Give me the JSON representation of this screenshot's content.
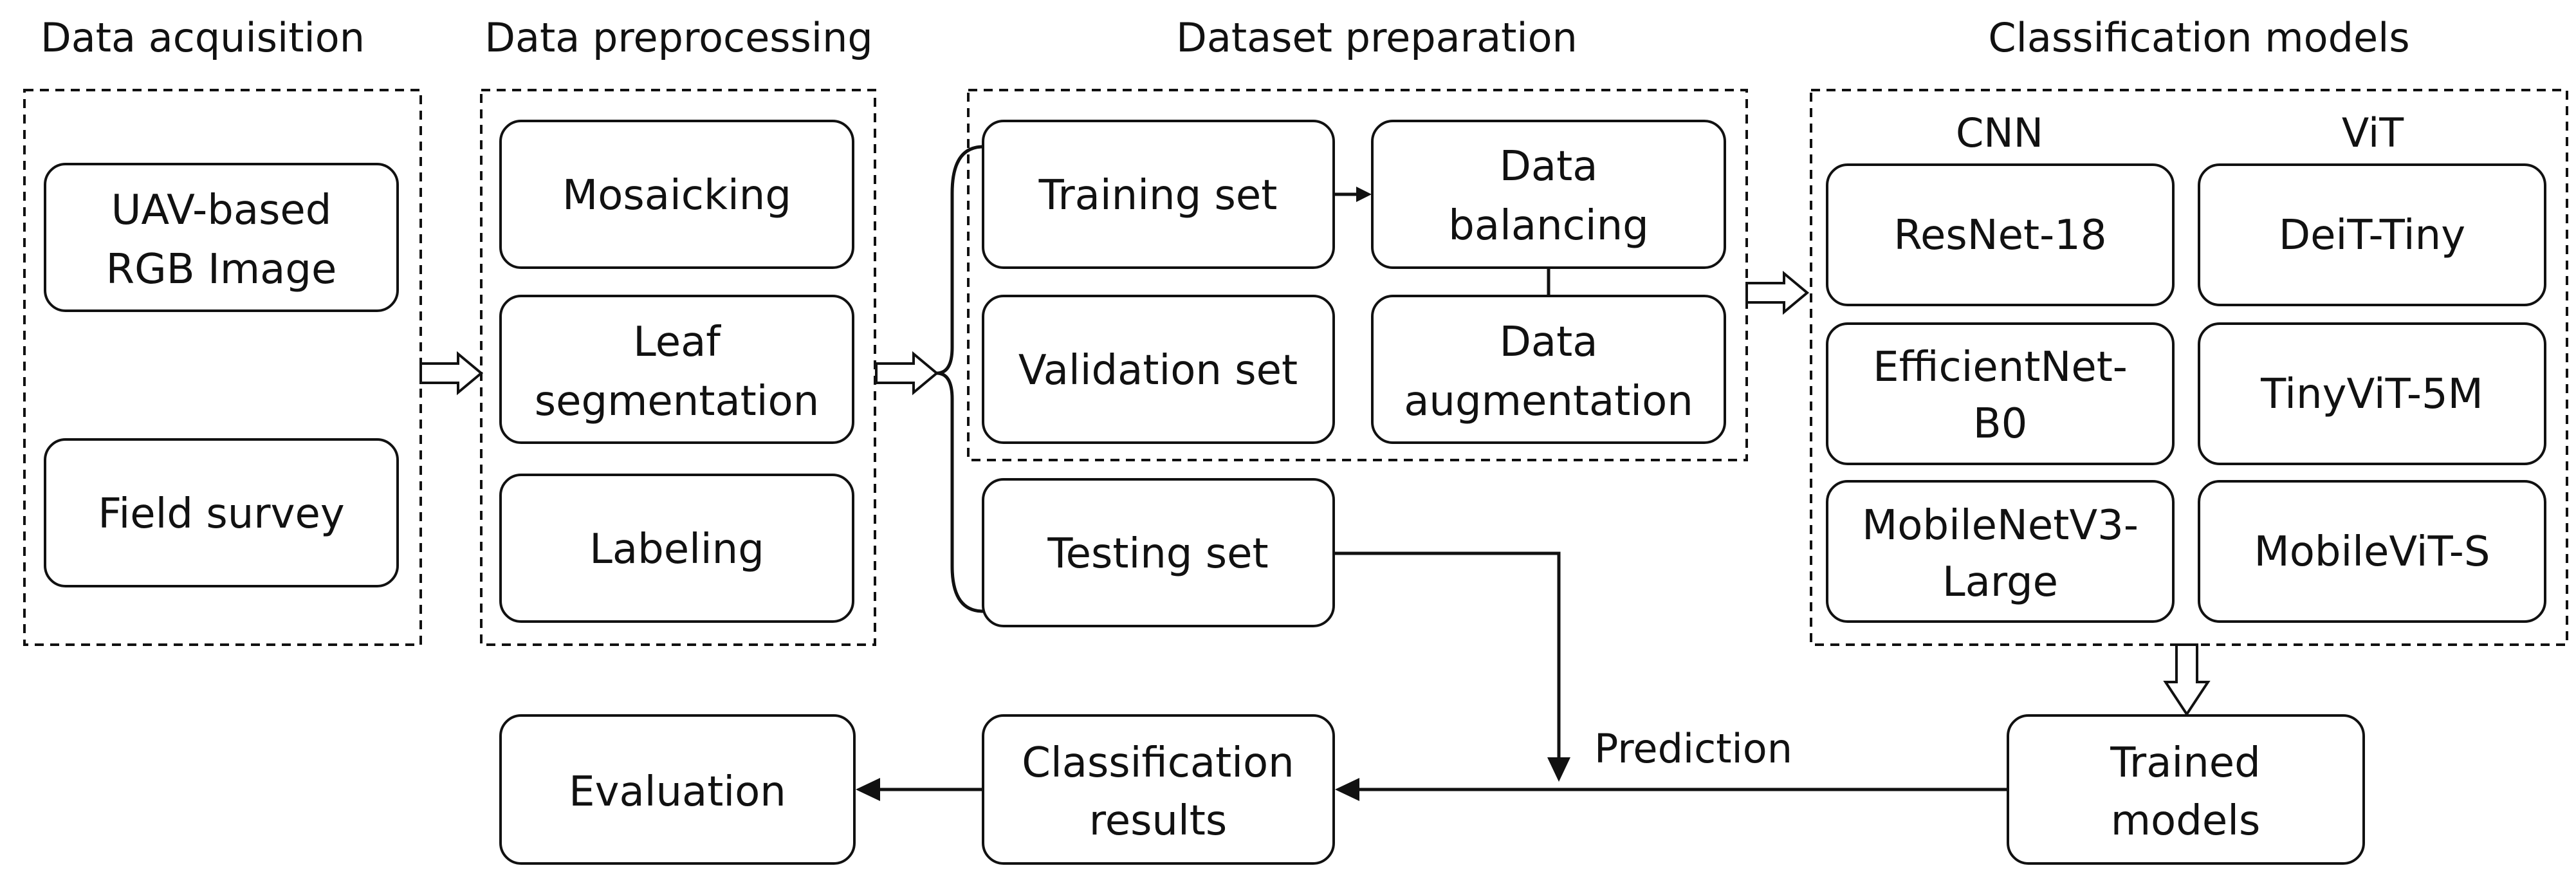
{
  "sections": {
    "acquisition": "Data acquisition",
    "preprocessing": "Data preprocessing",
    "preparation": "Dataset preparation",
    "models": "Classification models"
  },
  "acquisition": {
    "uav": [
      "UAV-based",
      "RGB Image"
    ],
    "field": "Field survey"
  },
  "preprocessing": {
    "mosaicking": "Mosaicking",
    "leaf": [
      "Leaf",
      "segmentation"
    ],
    "labeling": "Labeling"
  },
  "preparation": {
    "training": "Training set",
    "validation": "Validation set",
    "testing": "Testing set",
    "balancing": [
      "Data",
      "balancing"
    ],
    "augmentation": [
      "Data",
      "augmentation"
    ]
  },
  "models": {
    "cnn_label": "CNN",
    "vit_label": "ViT",
    "cnn": [
      "ResNet-18",
      [
        "EfficientNet-",
        "B0"
      ],
      [
        "MobileNetV3-",
        "Large"
      ]
    ],
    "vit": [
      "DeiT-Tiny",
      "TinyViT-5M",
      "MobileViT-S"
    ]
  },
  "bottom": {
    "trained": [
      "Trained",
      "models"
    ],
    "prediction": "Prediction",
    "results": [
      "Classification",
      "results"
    ],
    "evaluation": "Evaluation"
  }
}
